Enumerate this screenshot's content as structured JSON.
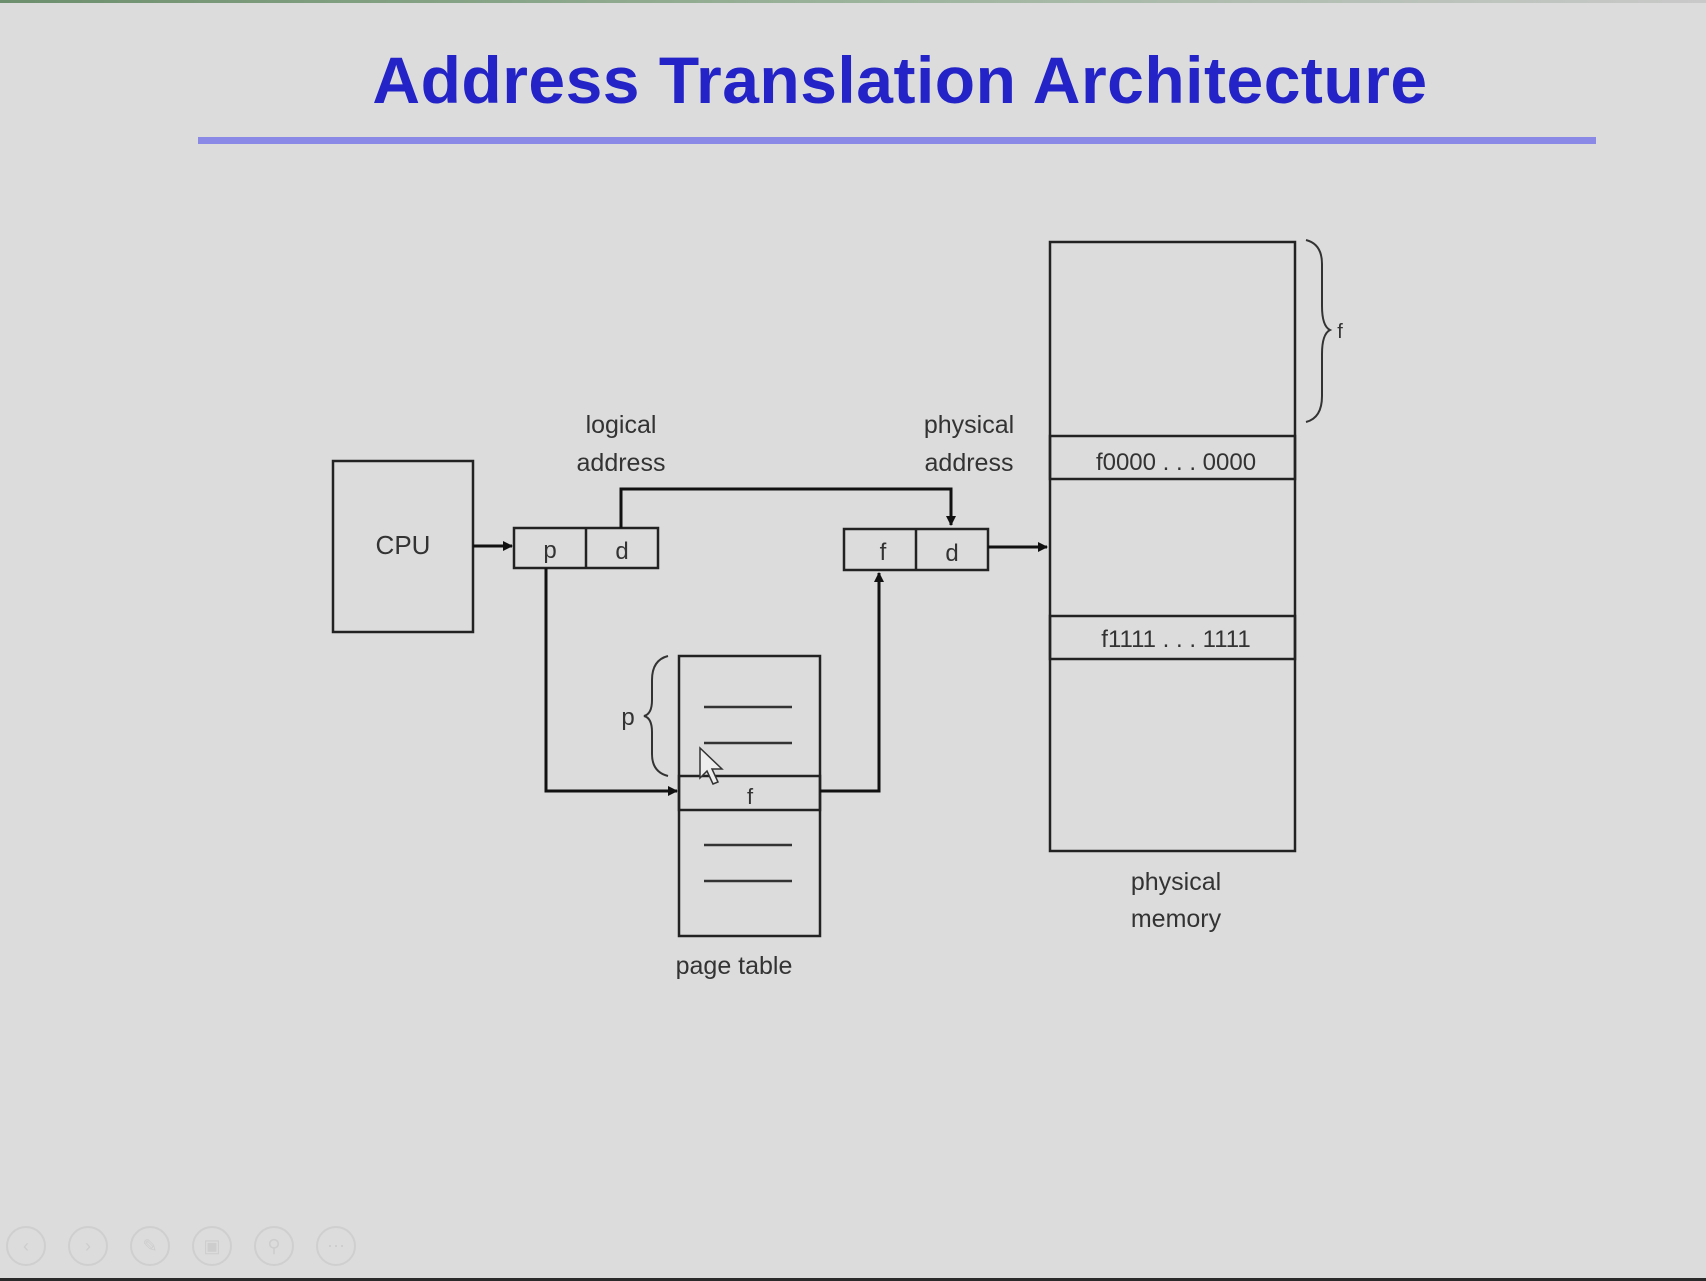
{
  "slide": {
    "title": "Address Translation Architecture"
  },
  "diagram": {
    "cpu_label": "CPU",
    "logical_address_line1": "logical",
    "logical_address_line2": "address",
    "logical_p": "p",
    "logical_d": "d",
    "physical_address_line1": "physical",
    "physical_address_line2": "address",
    "physical_f": "f",
    "physical_d": "d",
    "page_table_brace_label": "p",
    "page_table_entry_label": "f",
    "page_table_caption": "page table",
    "memory_row_start": "f0000 . . . 0000",
    "memory_row_end": "f1111 . . . 1111",
    "memory_brace_label": "f",
    "memory_caption_line1": "physical",
    "memory_caption_line2": "memory"
  },
  "viewer_controls": {
    "buttons": [
      "previous-icon",
      "next-icon",
      "pen-icon",
      "slides-icon",
      "zoom-icon",
      "more-icon"
    ]
  }
}
